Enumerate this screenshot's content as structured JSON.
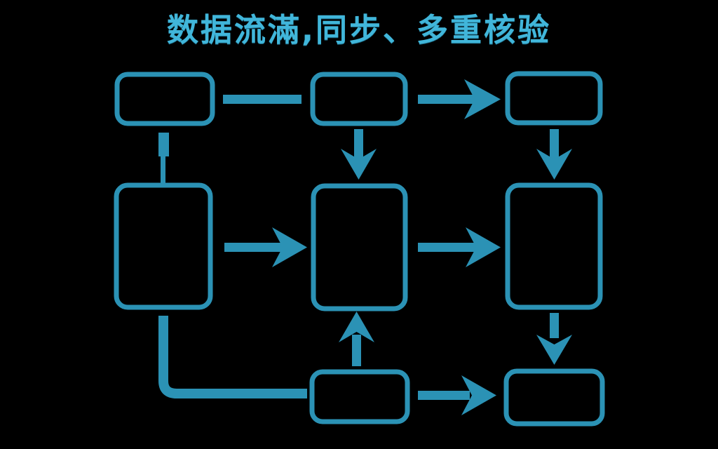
{
  "title": "数据流滿,同步、多重核验",
  "colors": {
    "background": "#000000",
    "stroke": "#2b92b5",
    "title": "#41b6da"
  },
  "diagram": {
    "type": "flowchart",
    "description": "Eight empty rounded-rectangle nodes on a black background connected by thick teal lines and dart-shaped arrows; no node labels are visible.",
    "nodes": [
      {
        "id": "top-left",
        "label": "",
        "row": "top"
      },
      {
        "id": "top-middle",
        "label": "",
        "row": "top"
      },
      {
        "id": "top-right",
        "label": "",
        "row": "top"
      },
      {
        "id": "middle-left",
        "label": "",
        "row": "middle"
      },
      {
        "id": "middle-center",
        "label": "",
        "row": "middle"
      },
      {
        "id": "middle-right",
        "label": "",
        "row": "middle"
      },
      {
        "id": "bottom-middle",
        "label": "",
        "row": "bottom"
      },
      {
        "id": "bottom-right",
        "label": "",
        "row": "bottom"
      }
    ],
    "edges": [
      {
        "from": "top-left",
        "to": "top-middle",
        "arrowhead": false,
        "shape": "straight"
      },
      {
        "from": "top-left",
        "to": "middle-left",
        "arrowhead": false,
        "shape": "straight"
      },
      {
        "from": "top-middle",
        "to": "top-right",
        "arrowhead": true,
        "shape": "straight"
      },
      {
        "from": "top-middle",
        "to": "middle-center",
        "arrowhead": true,
        "shape": "straight"
      },
      {
        "from": "top-right",
        "to": "middle-right",
        "arrowhead": true,
        "shape": "straight"
      },
      {
        "from": "middle-left",
        "to": "middle-center",
        "arrowhead": true,
        "shape": "straight"
      },
      {
        "from": "middle-center",
        "to": "middle-right",
        "arrowhead": true,
        "shape": "straight"
      },
      {
        "from": "middle-left",
        "to": "bottom-middle",
        "arrowhead": false,
        "shape": "elbow-down-right"
      },
      {
        "from": "bottom-middle",
        "to": "middle-center",
        "arrowhead": true,
        "shape": "straight-up"
      },
      {
        "from": "bottom-middle",
        "to": "bottom-right",
        "arrowhead": true,
        "shape": "straight"
      },
      {
        "from": "middle-right",
        "to": "bottom-right",
        "arrowhead": true,
        "shape": "straight"
      }
    ]
  }
}
